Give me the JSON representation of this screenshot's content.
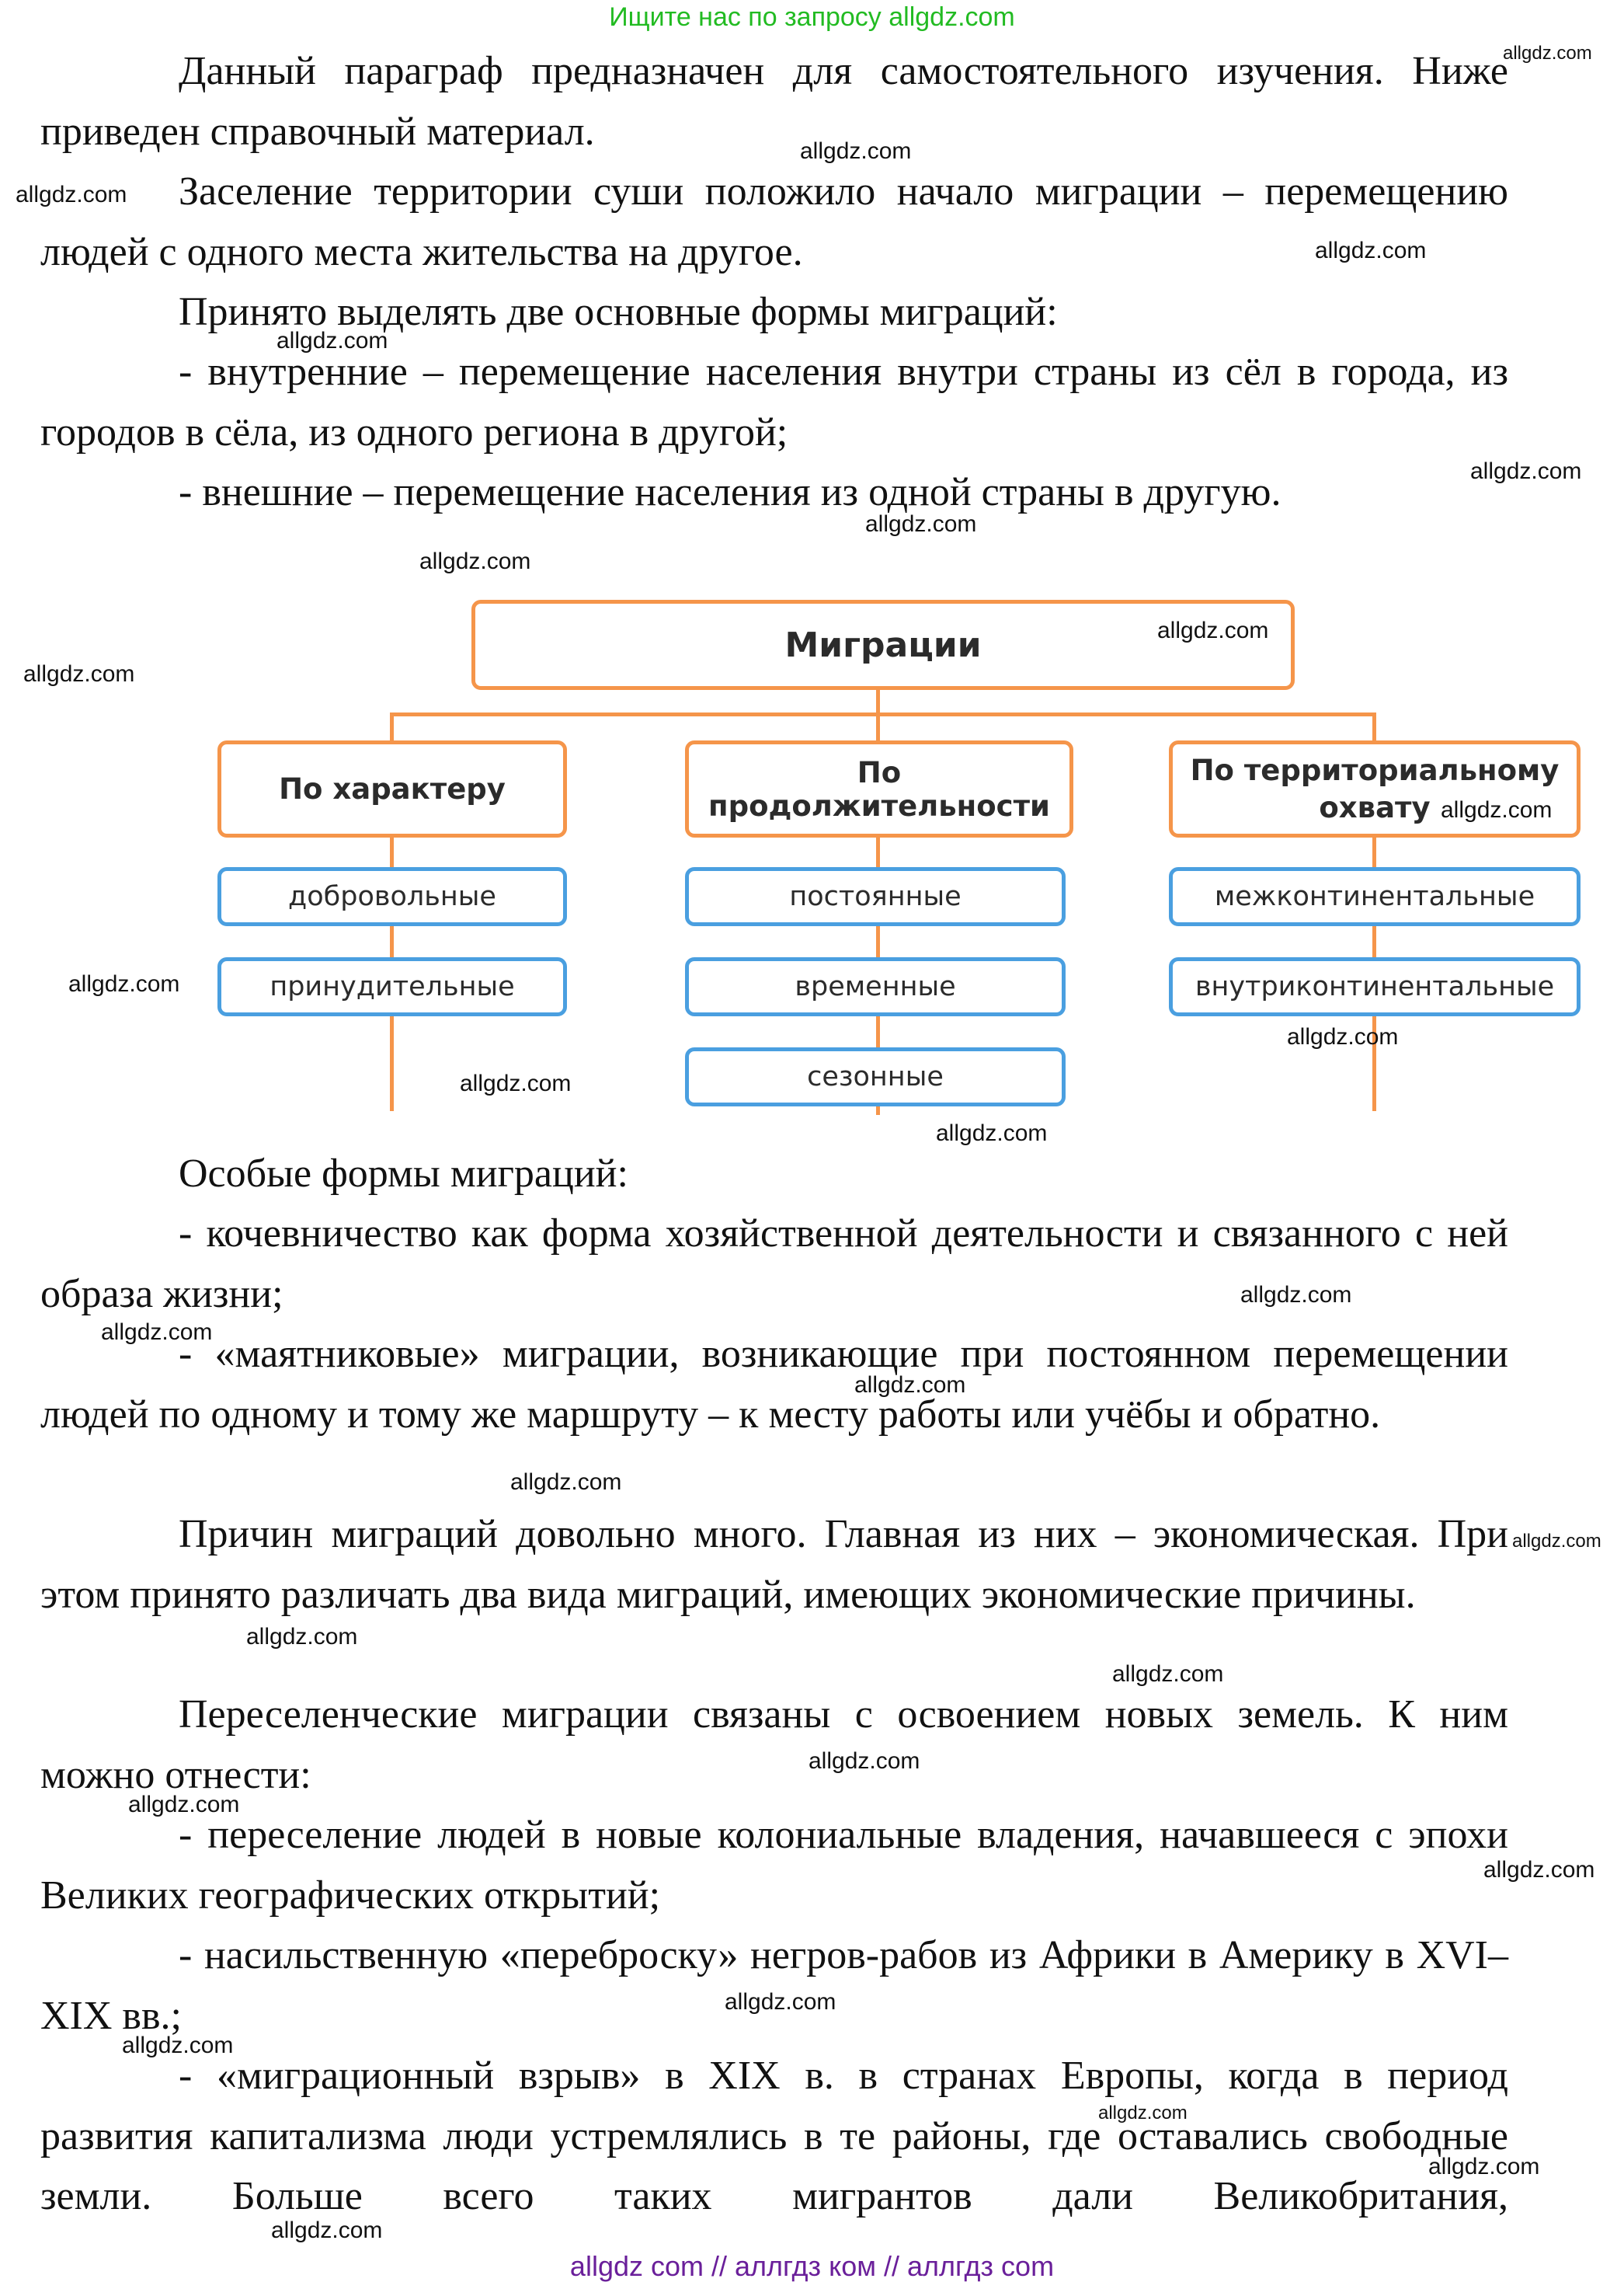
{
  "top_banner": "Ищите нас по запросу allgdz.com",
  "bottom_banner": "allgdz com  //  аллгдз ком  //  аллгдз com",
  "watermark": "allgdz.com",
  "paragraphs": {
    "p1": "Данный параграф предназначен для самостоятельного изучения. Ниже приведен справочный материал.",
    "p2": "Заселение территории суши положило начало миграции – перемещению людей с одного места жительства на другое.",
    "p3": "Принято выделять две основные формы миграций:",
    "p4": "- внутренние – перемещение населения внутри страны из сёл в города, из городов в сёла, из одного региона в другой;",
    "p5": "- внешние – перемещение населения из одной страны в другую.",
    "p6": "Особые формы миграций:",
    "p7": "- кочевничество как форма хозяйственной деятельности и связанного с ней образа жизни;",
    "p8": "- «маятниковые» миграции, возникающие при постоянном перемещении людей по одному и тому же маршруту – к месту работы или учёбы и обратно.",
    "p9": "Причин миграций довольно много. Главная из них – экономическая. При этом принято различать два вида миграций, имеющих экономические причины.",
    "p10": "Переселенческие миграции связаны с освоением новых земель. К ним можно отнести:",
    "p11": "- переселение людей в новые колониальные владения, начавшееся с эпохи Великих географических открытий;",
    "p12": "- насильственную «переброску» негров-рабов из Африки в Америку в XVI–XIX вв.;",
    "p13": "- «миграционный взрыв» в XIX в. в странах Европы, когда в период развития капитализма люди устремлялись в те районы, где оставались свободные земли. Больше всего таких мигрантов дали Великобритания,"
  },
  "diagram": {
    "root": "Миграции",
    "categories": [
      {
        "title": "По характеру",
        "items": [
          "добровольные",
          "принудительные"
        ]
      },
      {
        "title": "По продолжительности",
        "items": [
          "постоянные",
          "временные",
          "сезонные"
        ]
      },
      {
        "title_line1": "По территориальному",
        "title_line2": "охвату",
        "items": [
          "межконтинентальные",
          "внутриконтинентальные"
        ]
      }
    ]
  }
}
